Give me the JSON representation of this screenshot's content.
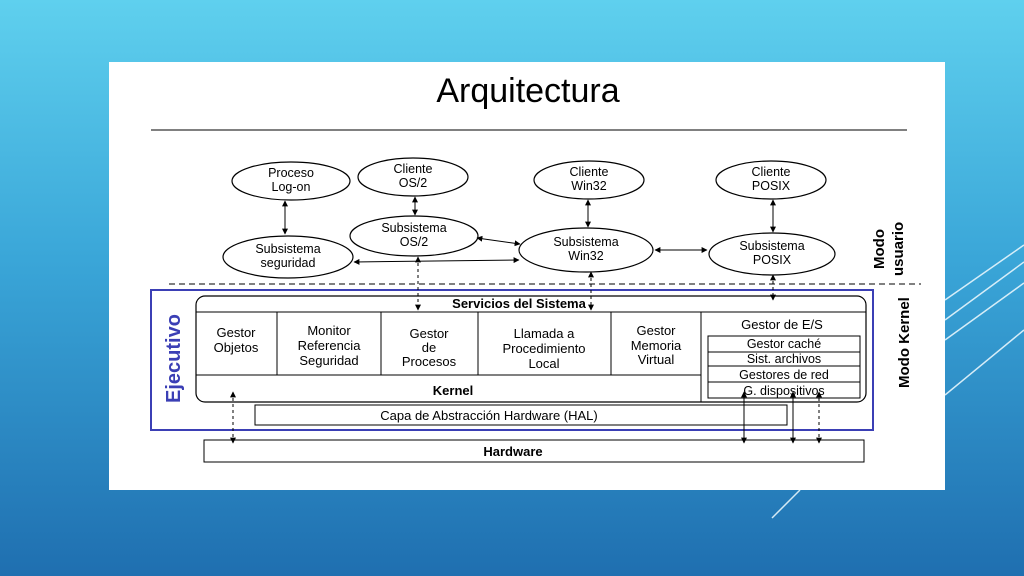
{
  "slide": {
    "title": "Arquitectura"
  },
  "diagram": {
    "user_mode_label": [
      "Modo",
      "usuario"
    ],
    "kernel_mode_label": "Modo Kernel",
    "executive_label": "Ejecutivo",
    "user_processes": {
      "proceso_logon": [
        "Proceso",
        "Log-on"
      ],
      "cliente_os2": [
        "Cliente",
        "OS/2"
      ],
      "cliente_win32": [
        "Cliente",
        "Win32"
      ],
      "cliente_posix": [
        "Cliente",
        "POSIX"
      ]
    },
    "subsystems": {
      "seguridad": [
        "Subsistema",
        "seguridad"
      ],
      "os2": [
        "Subsistema",
        "OS/2"
      ],
      "win32": [
        "Subsistema",
        "Win32"
      ],
      "posix": [
        "Subsistema",
        "POSIX"
      ]
    },
    "system_services": "Servicios del Sistema",
    "executive_components": {
      "gestor_objetos": [
        "Gestor",
        "Objetos"
      ],
      "monitor_seguridad": [
        "Monitor",
        "Referencia",
        "Seguridad"
      ],
      "gestor_procesos": [
        "Gestor",
        "de",
        "Procesos"
      ],
      "llamada_procedimiento": [
        "Llamada a",
        "Procedimiento",
        "Local"
      ],
      "gestor_memoria": [
        "Gestor",
        "Memoria",
        "Virtual"
      ]
    },
    "io_manager": {
      "title": "Gestor de E/S",
      "items": [
        "Gestor caché",
        "Sist. archivos",
        "Gestores de red",
        "G. dispositivos"
      ]
    },
    "kernel": "Kernel",
    "hal": "Capa de Abstracción Hardware (HAL)",
    "hardware": "Hardware"
  },
  "colors": {
    "executive_border": "#3b3fb5",
    "panel_background": "#ffffff"
  }
}
